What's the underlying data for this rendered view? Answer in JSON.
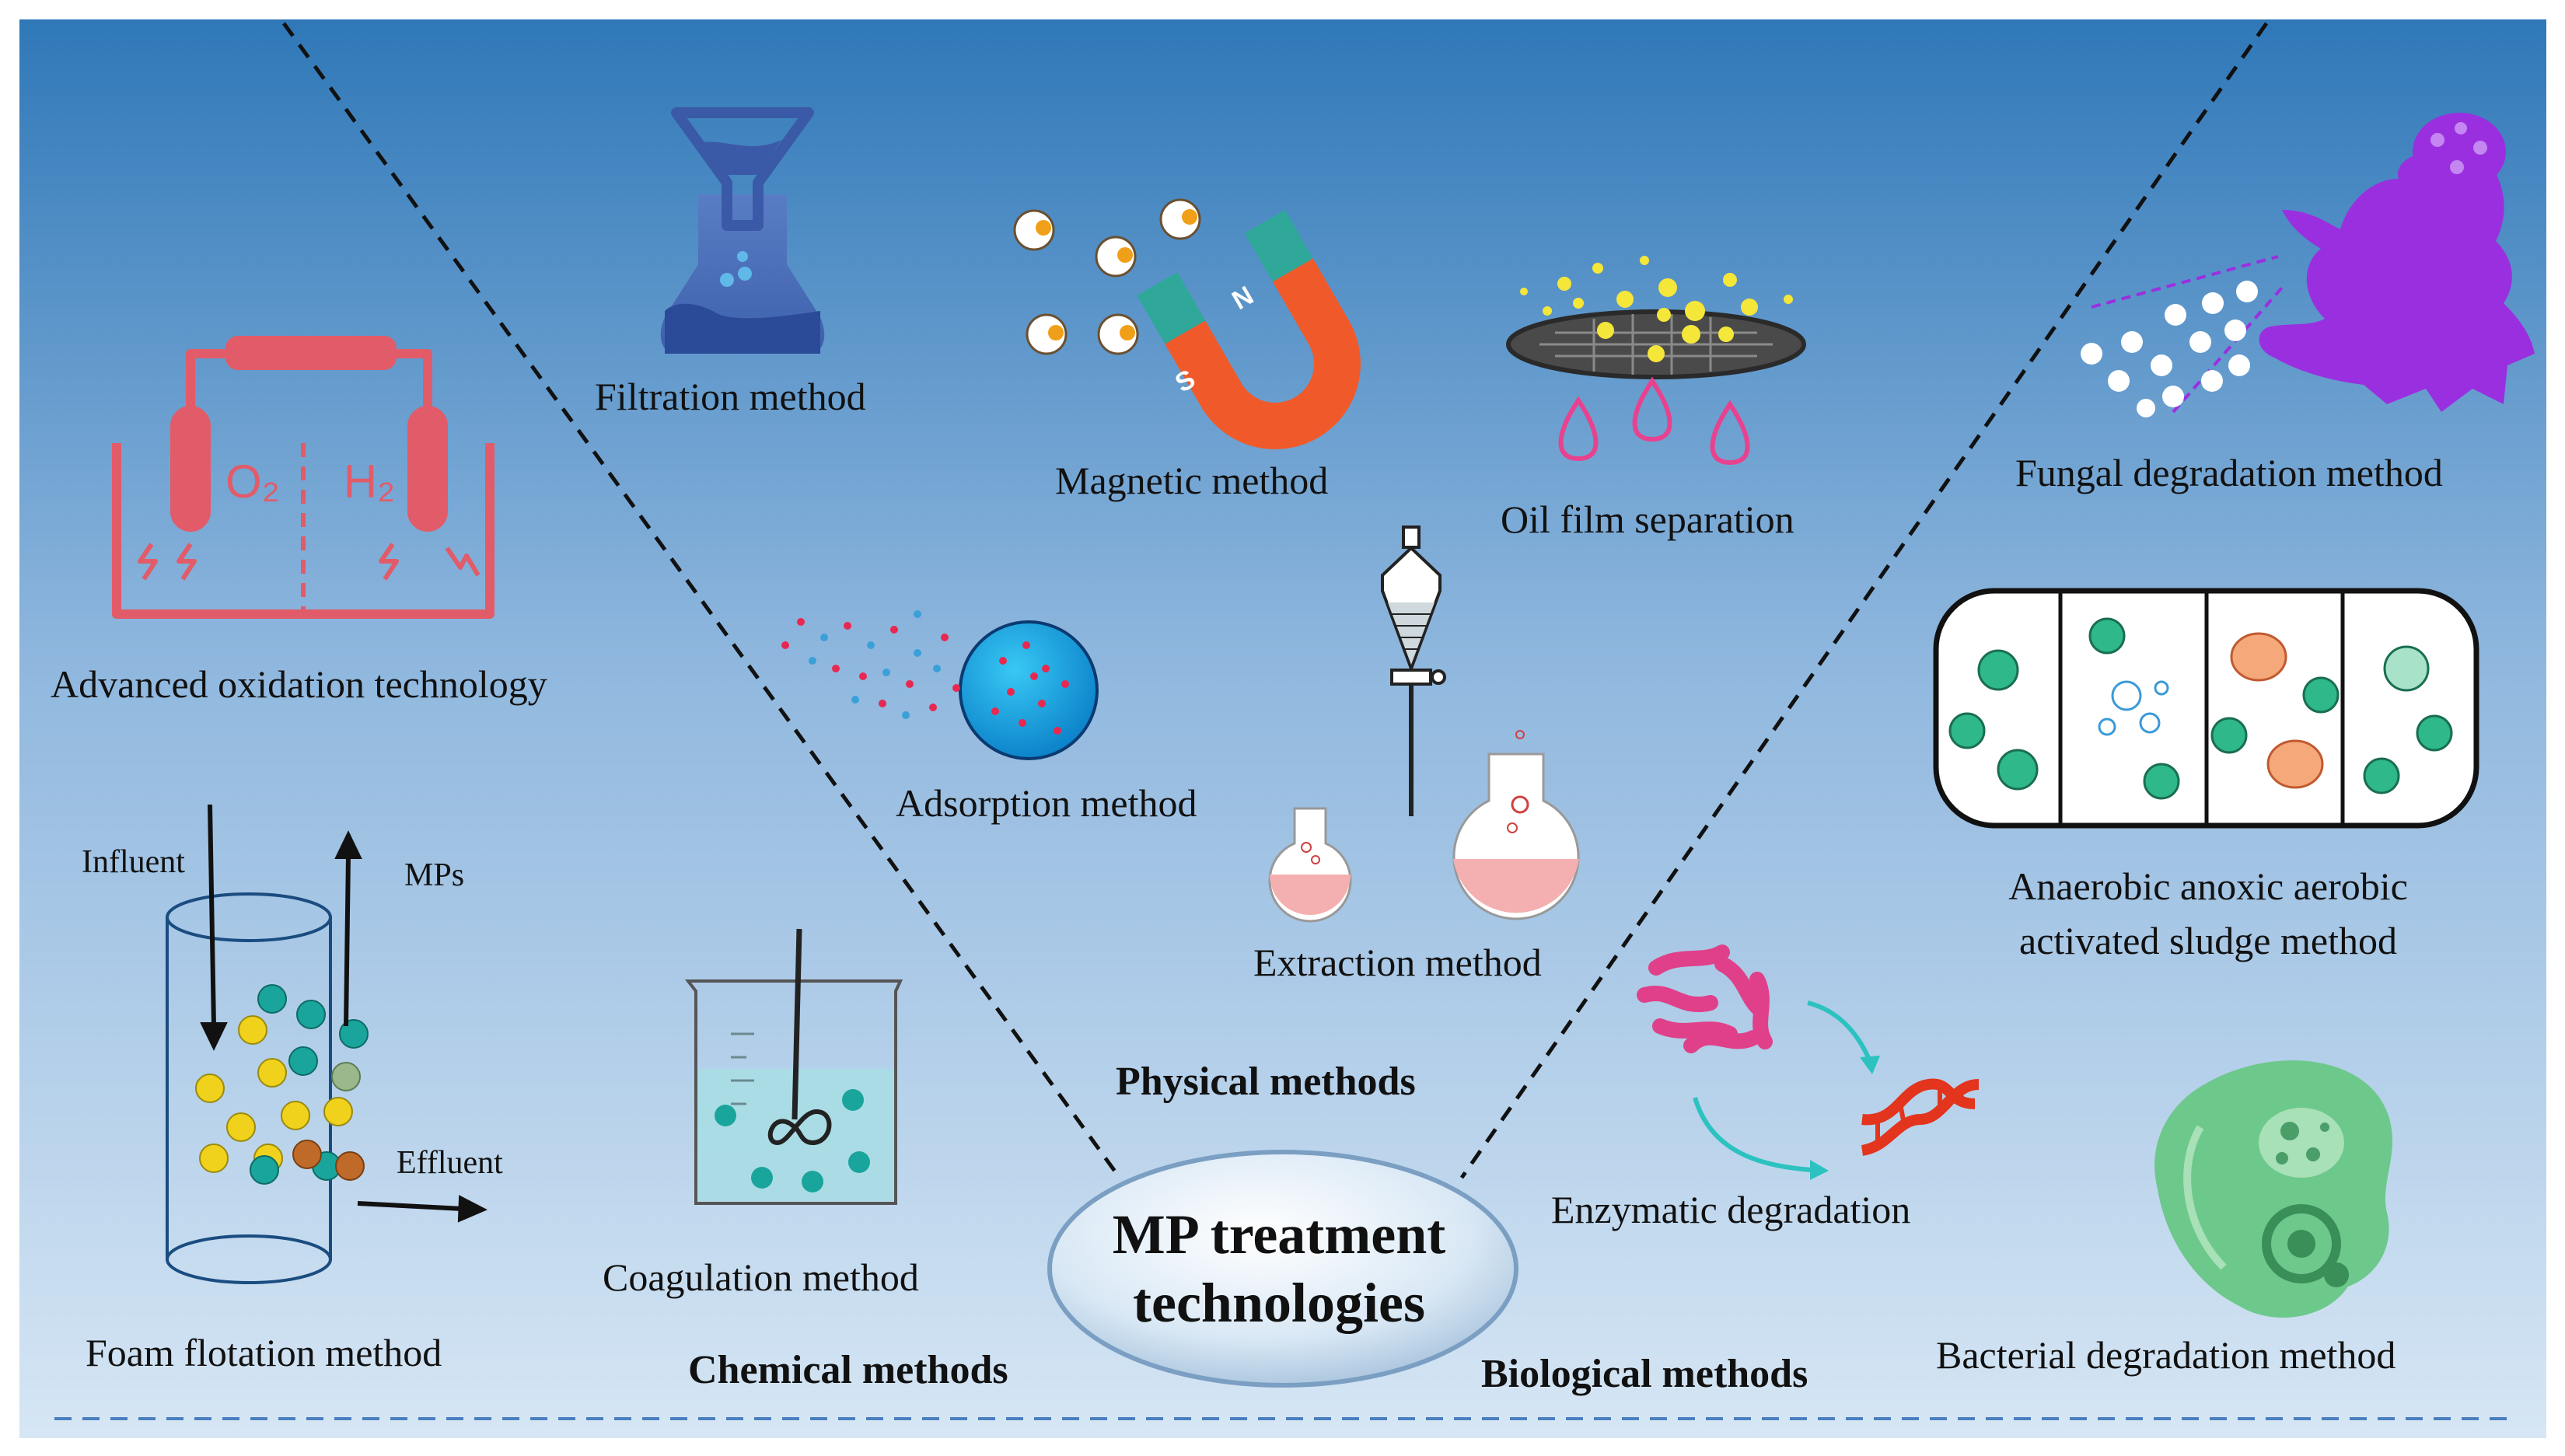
{
  "title": "MP treatment technologies",
  "categories": {
    "physical": "Physical methods",
    "chemical": "Chemical methods",
    "biological": "Biological methods"
  },
  "methods": {
    "filtration": "Filtration method",
    "magnetic": "Magnetic method",
    "oil_film": "Oil film separation",
    "adsorption": "Adsorption method",
    "extraction": "Extraction method",
    "advanced_oxidation": "Advanced oxidation technology",
    "foam_flotation": "Foam flotation method",
    "coagulation": "Coagulation method",
    "fungal": "Fungal degradation method",
    "anaerobic_line1": "Anaerobic anoxic aerobic",
    "anaerobic_line2": "activated sludge method",
    "enzymatic": "Enzymatic degradation",
    "bacterial": "Bacterial degradation method"
  },
  "electrolysis": {
    "o2": "O₂",
    "h2": "H₂"
  },
  "magnet": {
    "n": "N",
    "s": "S"
  },
  "flotation": {
    "influent": "Influent",
    "mps": "MPs",
    "effluent": "Effluent"
  },
  "colors": {
    "bg_top": "#2f78b8",
    "bg_bottom": "#d6e6f4",
    "electrolysis": "#e25b68",
    "magnet": "#f05a2a",
    "fungus": "#9a2fe0",
    "bacteria": "#6dc88b",
    "enzyme_bacteria": "#e0408a",
    "dna": "#e3341e",
    "oil_drops": "#e8428f",
    "particles_yellow": "#f0d21c",
    "particles_teal": "#1aa59c"
  }
}
